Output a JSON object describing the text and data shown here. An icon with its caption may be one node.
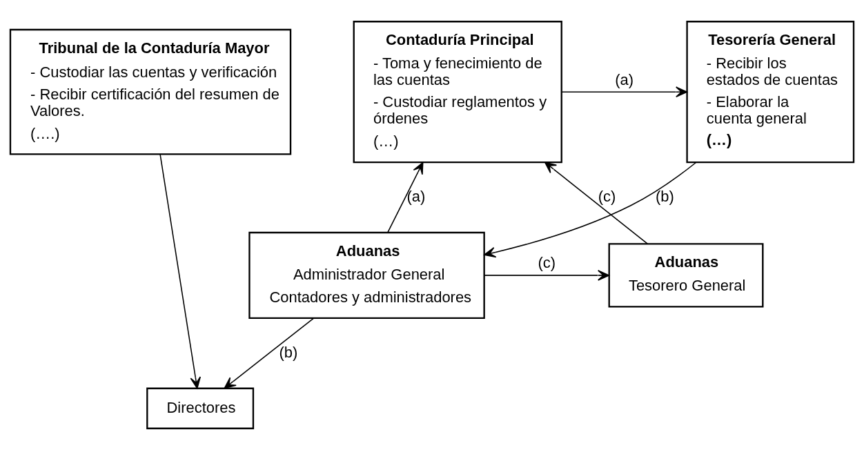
{
  "diagram": {
    "nodes": [
      {
        "text": [
          "Tribunal de la Contaduría Mayor",
          "- Custodiar las cuentas y verificación",
          "- Recibir certificación del resumen de Valores.",
          "(….)"
        ]
      },
      {
        "text": [
          "Contaduría Principal",
          "- Toma y fenecimiento de las cuentas",
          "- Custodiar reglamentos y órdenes",
          "(…)"
        ]
      },
      {
        "text": [
          "Tesorería General",
          "- Recibir los estados de cuentas",
          "- Elaborar la cuenta general",
          "(…)"
        ]
      },
      {
        "text": [
          "Directores"
        ]
      },
      {
        "text": [
          "Aduanas",
          "Tesorero General"
        ]
      },
      {
        "text": [
          "Aduanas",
          "Administrador General",
          "Contadores y administradores"
        ]
      }
    ],
    "edges": [
      {
        "from": 0,
        "to": 3,
        "arrow": "to"
      },
      {
        "from": 1,
        "to": 2,
        "arrow": "to",
        "label": "(a)"
      },
      {
        "from": 2,
        "to": 5,
        "arrow": "to",
        "label": "(b)"
      },
      {
        "from": 5,
        "to": 1,
        "arrow": "to",
        "label": "(a)"
      },
      {
        "from": 4,
        "to": 1,
        "arrow": "to",
        "label": "(c)"
      },
      {
        "from": 5,
        "to": 4,
        "arrow": "to",
        "label": "(c)"
      },
      {
        "from": 5,
        "to": 3,
        "arrow": "to",
        "label": "(b)"
      }
    ]
  }
}
